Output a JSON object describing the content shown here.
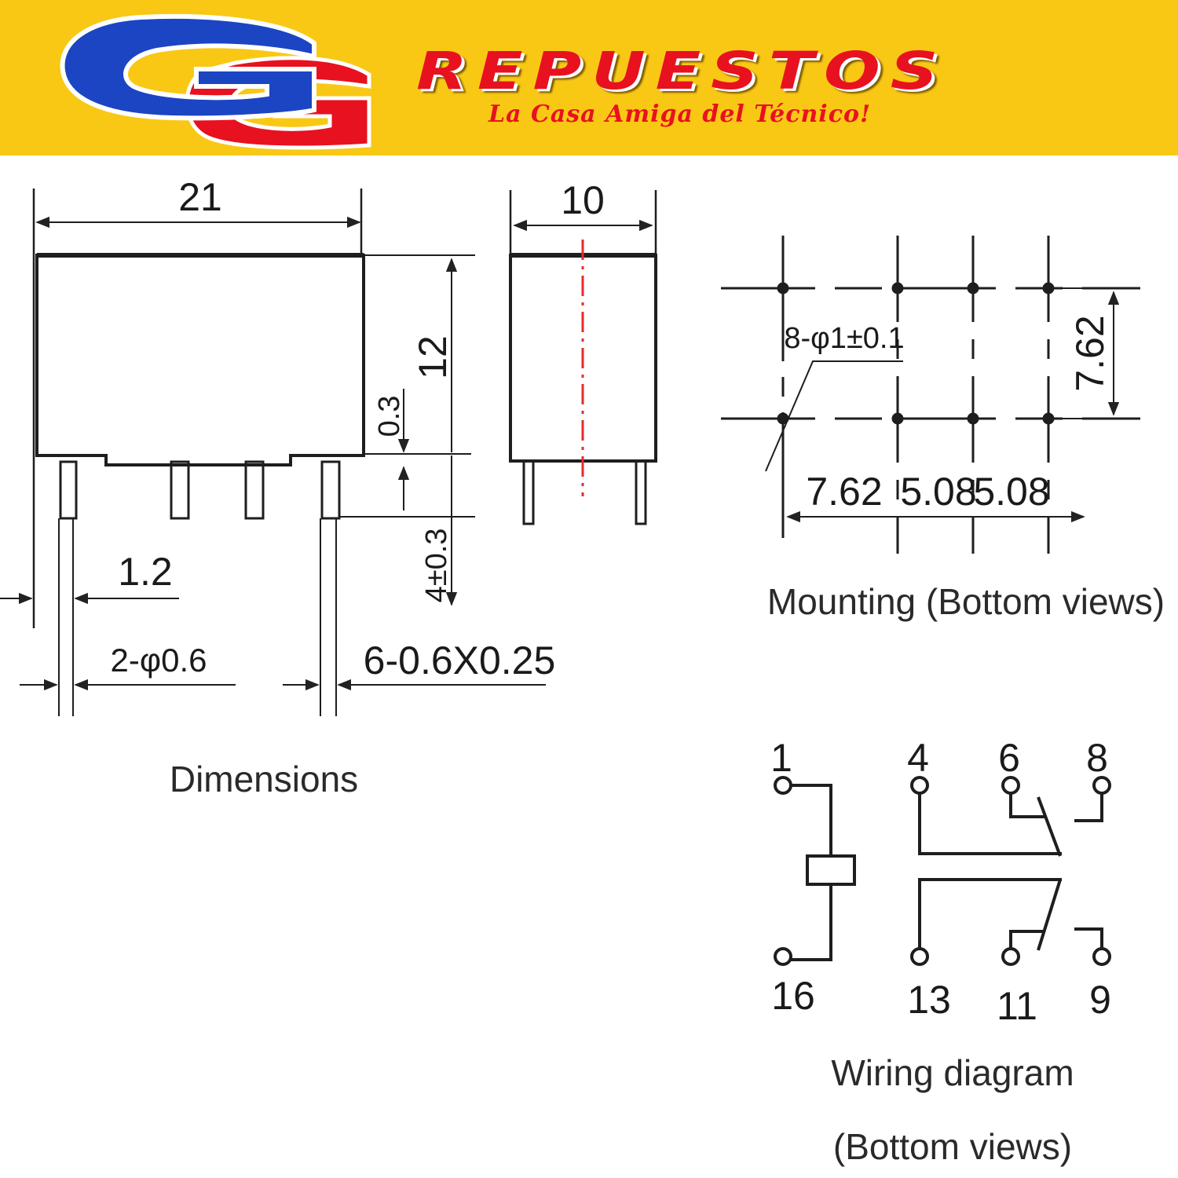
{
  "banner": {
    "brand_letters": "GG",
    "brand_name": "REPUESTOS",
    "tagline": "La Casa Amiga del Técnico!",
    "colors": {
      "background": "#f9c815",
      "red": "#e8111f",
      "blue": "#1c45c4"
    }
  },
  "dimensions_view": {
    "width": "21",
    "depth": "10",
    "height": "12",
    "standoff": "0.3",
    "pin_length": "4±0.3",
    "pin_offset": "1.2",
    "round_pins": "2-φ0.6",
    "flat_pins": "6-0.6X0.25",
    "caption": "Dimensions"
  },
  "mounting_view": {
    "holes": "8-φ1±0.1",
    "row_spacing": "7.62",
    "col_spacing": [
      "7.62",
      "5.08",
      "5.08"
    ],
    "caption": "Mounting (Bottom views)"
  },
  "wiring_view": {
    "top_pins": [
      "1",
      "4",
      "6",
      "8"
    ],
    "bottom_pins": [
      "16",
      "13",
      "11",
      "9"
    ],
    "caption_line1": "Wiring diagram",
    "caption_line2": "(Bottom views)"
  }
}
